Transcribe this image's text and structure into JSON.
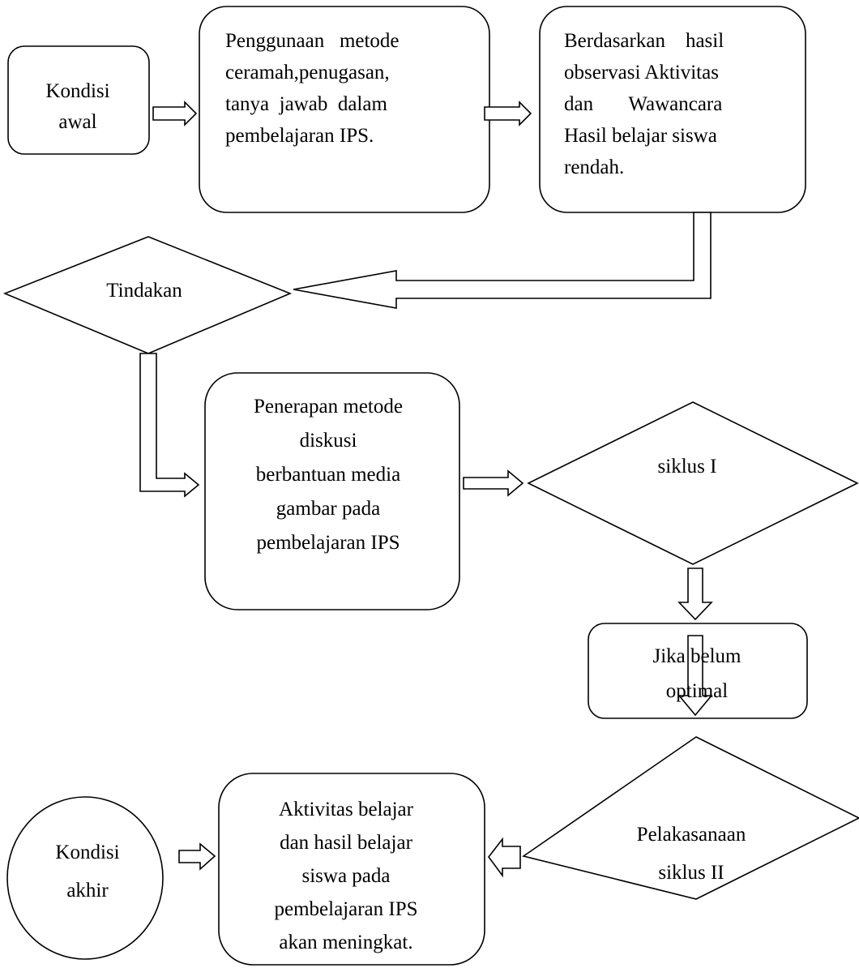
{
  "nodes": {
    "kondisi_awal": [
      "Kondisi",
      "awal"
    ],
    "penggunaan": [
      "Penggunaan   metode",
      "ceramah,penugasan,",
      "tanya  jawab  dalam",
      "pembelajaran IPS."
    ],
    "berdasarkan": [
      "Berdasarkan    hasil",
      "observasi Aktivitas",
      "dan       Wawancara",
      "Hasil belajar siswa",
      "rendah."
    ],
    "tindakan": "Tindakan",
    "penerapan": [
      "Penerapan metode",
      "diskusi",
      "berbantuan media",
      "gambar pada",
      "pembelajaran IPS"
    ],
    "siklus1": "siklus I",
    "jika_belum": [
      "Jika belum",
      "optimal"
    ],
    "pelaksanaan": [
      "Pelakasanaan",
      "siklus II"
    ],
    "aktivitas": [
      "Aktivitas belajar",
      "dan hasil belajar",
      "siswa pada",
      "pembelajaran IPS",
      "akan meningkat."
    ],
    "kondisi_akhir": [
      "Kondisi",
      "akhir"
    ]
  },
  "colors": {
    "stroke": "#000000",
    "fill": "#ffffff",
    "text": "#000000"
  }
}
